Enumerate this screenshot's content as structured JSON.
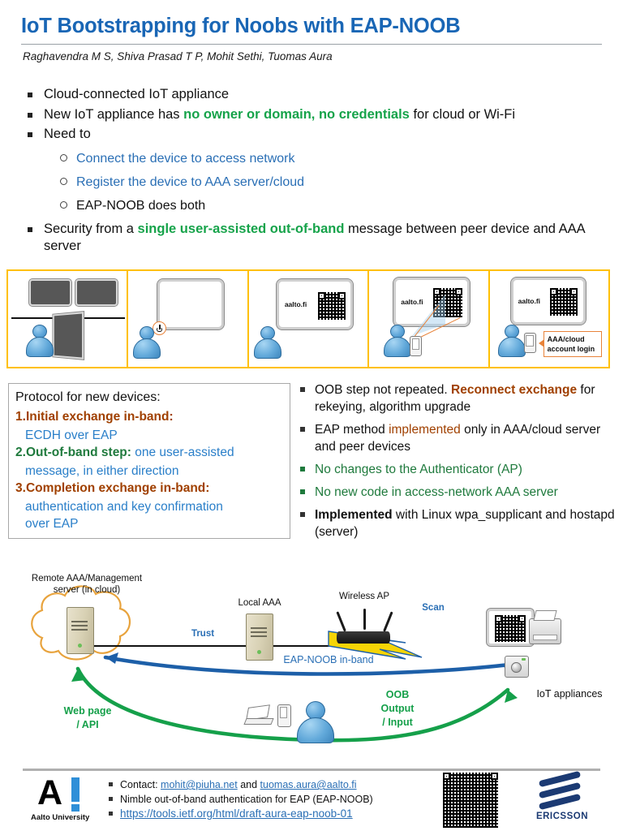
{
  "header": {
    "title": "IoT Bootstrapping for Noobs with EAP-NOOB",
    "authors": "Raghavendra M S, Shiva Prasad T P, Mohit Sethi, Tuomas Aura",
    "title_color": "#1966b5"
  },
  "bullets": {
    "item1": "Cloud-connected IoT appliance",
    "item2_pre": "New IoT appliance has ",
    "item2_hl": "no owner or domain, no credentials",
    "item2_post": " for cloud or Wi-Fi",
    "item3": "Need to",
    "sub1": "Connect the device to access network",
    "sub2": "Register the device to AAA server/cloud",
    "sub3": "EAP-NOOB does both",
    "item4_pre": "Security from a ",
    "item4_hl": "single user-assisted out-of-band",
    "item4_post": " message between peer",
    "item4_line2": "device and AAA server",
    "highlight_color": "#16a34a"
  },
  "strip": {
    "border_color": "#ffc000",
    "panel3_screen_label": "aalto.fi",
    "panel4_screen_label": "aalto.fi",
    "panel5_screen_label": "aalto.fi",
    "panel5_callout_line1": "AAA/cloud",
    "panel5_callout_line2": "account login"
  },
  "protocol_box": {
    "heading": "Protocol for new devices:",
    "steps": [
      {
        "num": "1.",
        "title": "Initial exchange in-band:",
        "title_color": "#a04000",
        "body": "ECDH over EAP"
      },
      {
        "num": "2.",
        "title": "Out-of-band step",
        "title_color": "#1f7a3d",
        "sep": ": ",
        "body": "one user-assisted",
        "body2": "message, in either direction"
      },
      {
        "num": "3.",
        "title": "Completion exchange in-band:",
        "title_color": "#a04000",
        "body": "authentication and key confirmation",
        "body2": "over EAP"
      }
    ]
  },
  "right_bullets": [
    {
      "pre": "OOB step not repeated. ",
      "hl": "Reconnect exchange",
      "hl_style": "brown-bold",
      "post": " for rekeying, algorithm upgrade"
    },
    {
      "pre": "EAP method ",
      "hl": "implemented",
      "hl_style": "brown",
      "post": " only in AAA/cloud server and peer devices"
    },
    {
      "pre": "",
      "hl": "",
      "hl_style": "green-line",
      "post": "No changes to the Authenticator (AP)"
    },
    {
      "pre": "",
      "hl": "",
      "hl_style": "green-line",
      "post": "No new code in access-network AAA server"
    },
    {
      "pre": "",
      "hl": "Implemented",
      "hl_style": "black-bold",
      "post": " with Linux wpa_supplicant and hostapd (server)"
    }
  ],
  "diagram": {
    "remote_server_line1": "Remote AAA/Management",
    "remote_server_line2": "server (in cloud)",
    "local_aaa": "Local AAA",
    "wireless_ap": "Wireless AP",
    "scan": "Scan",
    "trust": "Trust",
    "eap_noob_inband": "EAP-NOOB in-band",
    "iot_appliances": "IoT appliances",
    "oob_line1": "OOB",
    "oob_line2": "Output",
    "oob_line3": "/ Input",
    "web_page_line1": "Web page",
    "web_page_line2": "/ API",
    "inband_arrow_color": "#1d5fa8",
    "oob_arrow_color": "#15a04a"
  },
  "footer": {
    "aalto_logo_letter": "A",
    "aalto_name": "Aalto University",
    "contact_pre": "Contact: ",
    "contact_email1": "mohit@piuha.net",
    "contact_and": " and ",
    "contact_email2": "tuomas.aura@aalto.fi",
    "nimble": "Nimble out-of-band authentication for EAP (EAP-NOOB)",
    "draft_url": "https://tools.ietf.org/html/draft-aura-eap-noob-01",
    "ericsson_name": "ERICSSON",
    "ericsson_color": "#1b3a73"
  }
}
